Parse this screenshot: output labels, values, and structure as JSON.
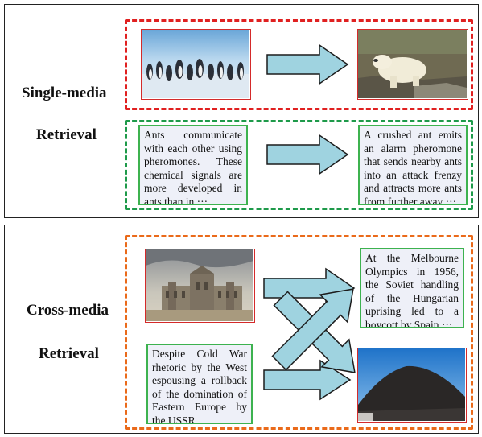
{
  "labels": {
    "single_media": "Single-media",
    "retrieval_top": "Retrieval",
    "cross_media": "Cross-media",
    "retrieval_bottom": "Retrieval"
  },
  "single": {
    "text_left": "Ants communicate with each other using pheromones. These chemical signals are more developed in ants than in ···",
    "text_right": "A crushed ant emits an alarm pheromone that sends nearby ants into an attack frenzy and attracts more ants from further away ···"
  },
  "cross": {
    "text_right": "At the Melbourne Olympics in 1956, the Soviet handling of the Hungarian uprising led to a boycott by Spain ···",
    "text_left": "Despite Cold War rhetoric by the West espousing a rollback of the domination of Eastern Europe by the USSR .."
  },
  "colors": {
    "single_image_box": "#e02020",
    "single_text_box": "#1e9a4a",
    "cross_box": "#ea6a1a",
    "arrow_fill": "#9fd3e0"
  },
  "images": {
    "top_left": "penguins-photo",
    "top_right": "polar-bear-photo",
    "bottom_left": "historic-building-painting",
    "bottom_right": "volcano-photo"
  }
}
